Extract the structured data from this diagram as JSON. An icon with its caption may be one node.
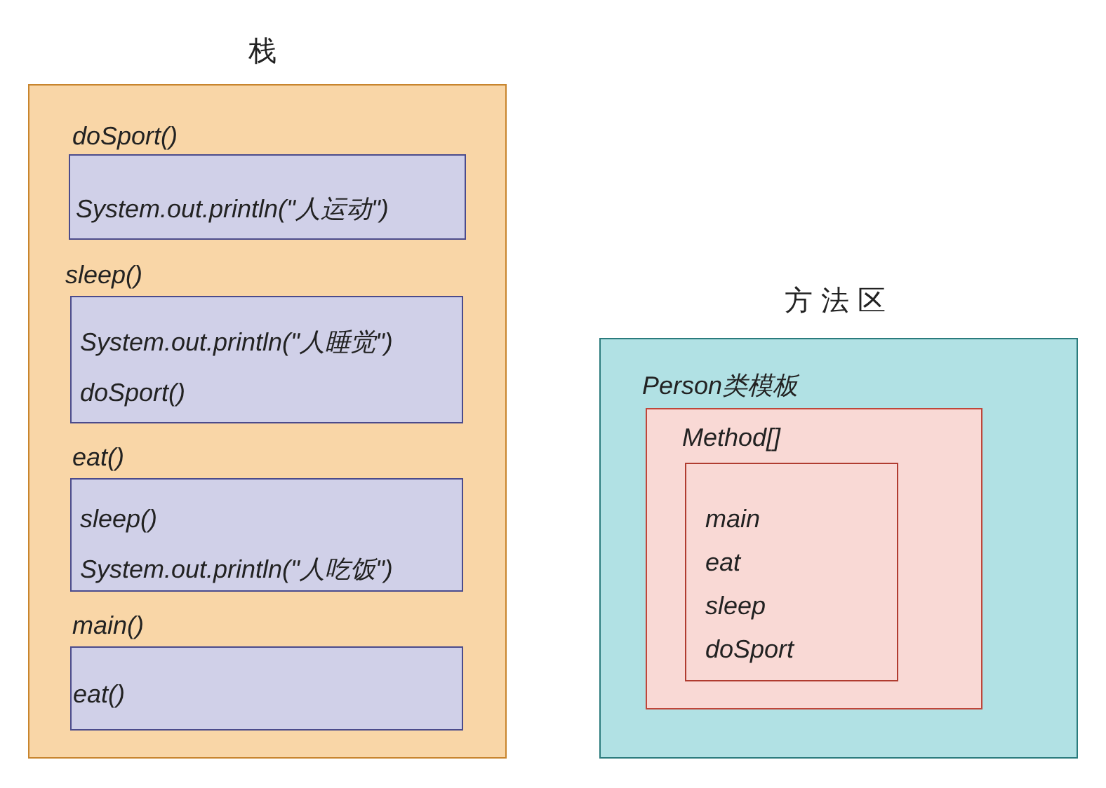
{
  "diagram": {
    "nodes": [
      {
        "text": [
          "栈"
        ]
      },
      {
        "text": [
          "doSport()",
          "System.out.println(\"人运动\")"
        ],
        "in": 0
      },
      {
        "text": [
          "sleep()",
          "System.out.println(\"人睡觉\")",
          "doSport()"
        ],
        "in": 0
      },
      {
        "text": [
          "eat()",
          "sleep()",
          "System.out.println(\"人吃饭\")"
        ],
        "in": 0
      },
      {
        "text": [
          "main()",
          "eat()"
        ],
        "in": 0
      },
      {
        "text": [
          "方法区"
        ]
      },
      {
        "text": [
          "Person类模板"
        ],
        "in": 5
      },
      {
        "text": [
          "Method[]",
          "main",
          "eat",
          "sleep",
          "doSport"
        ],
        "in": 6
      }
    ]
  }
}
